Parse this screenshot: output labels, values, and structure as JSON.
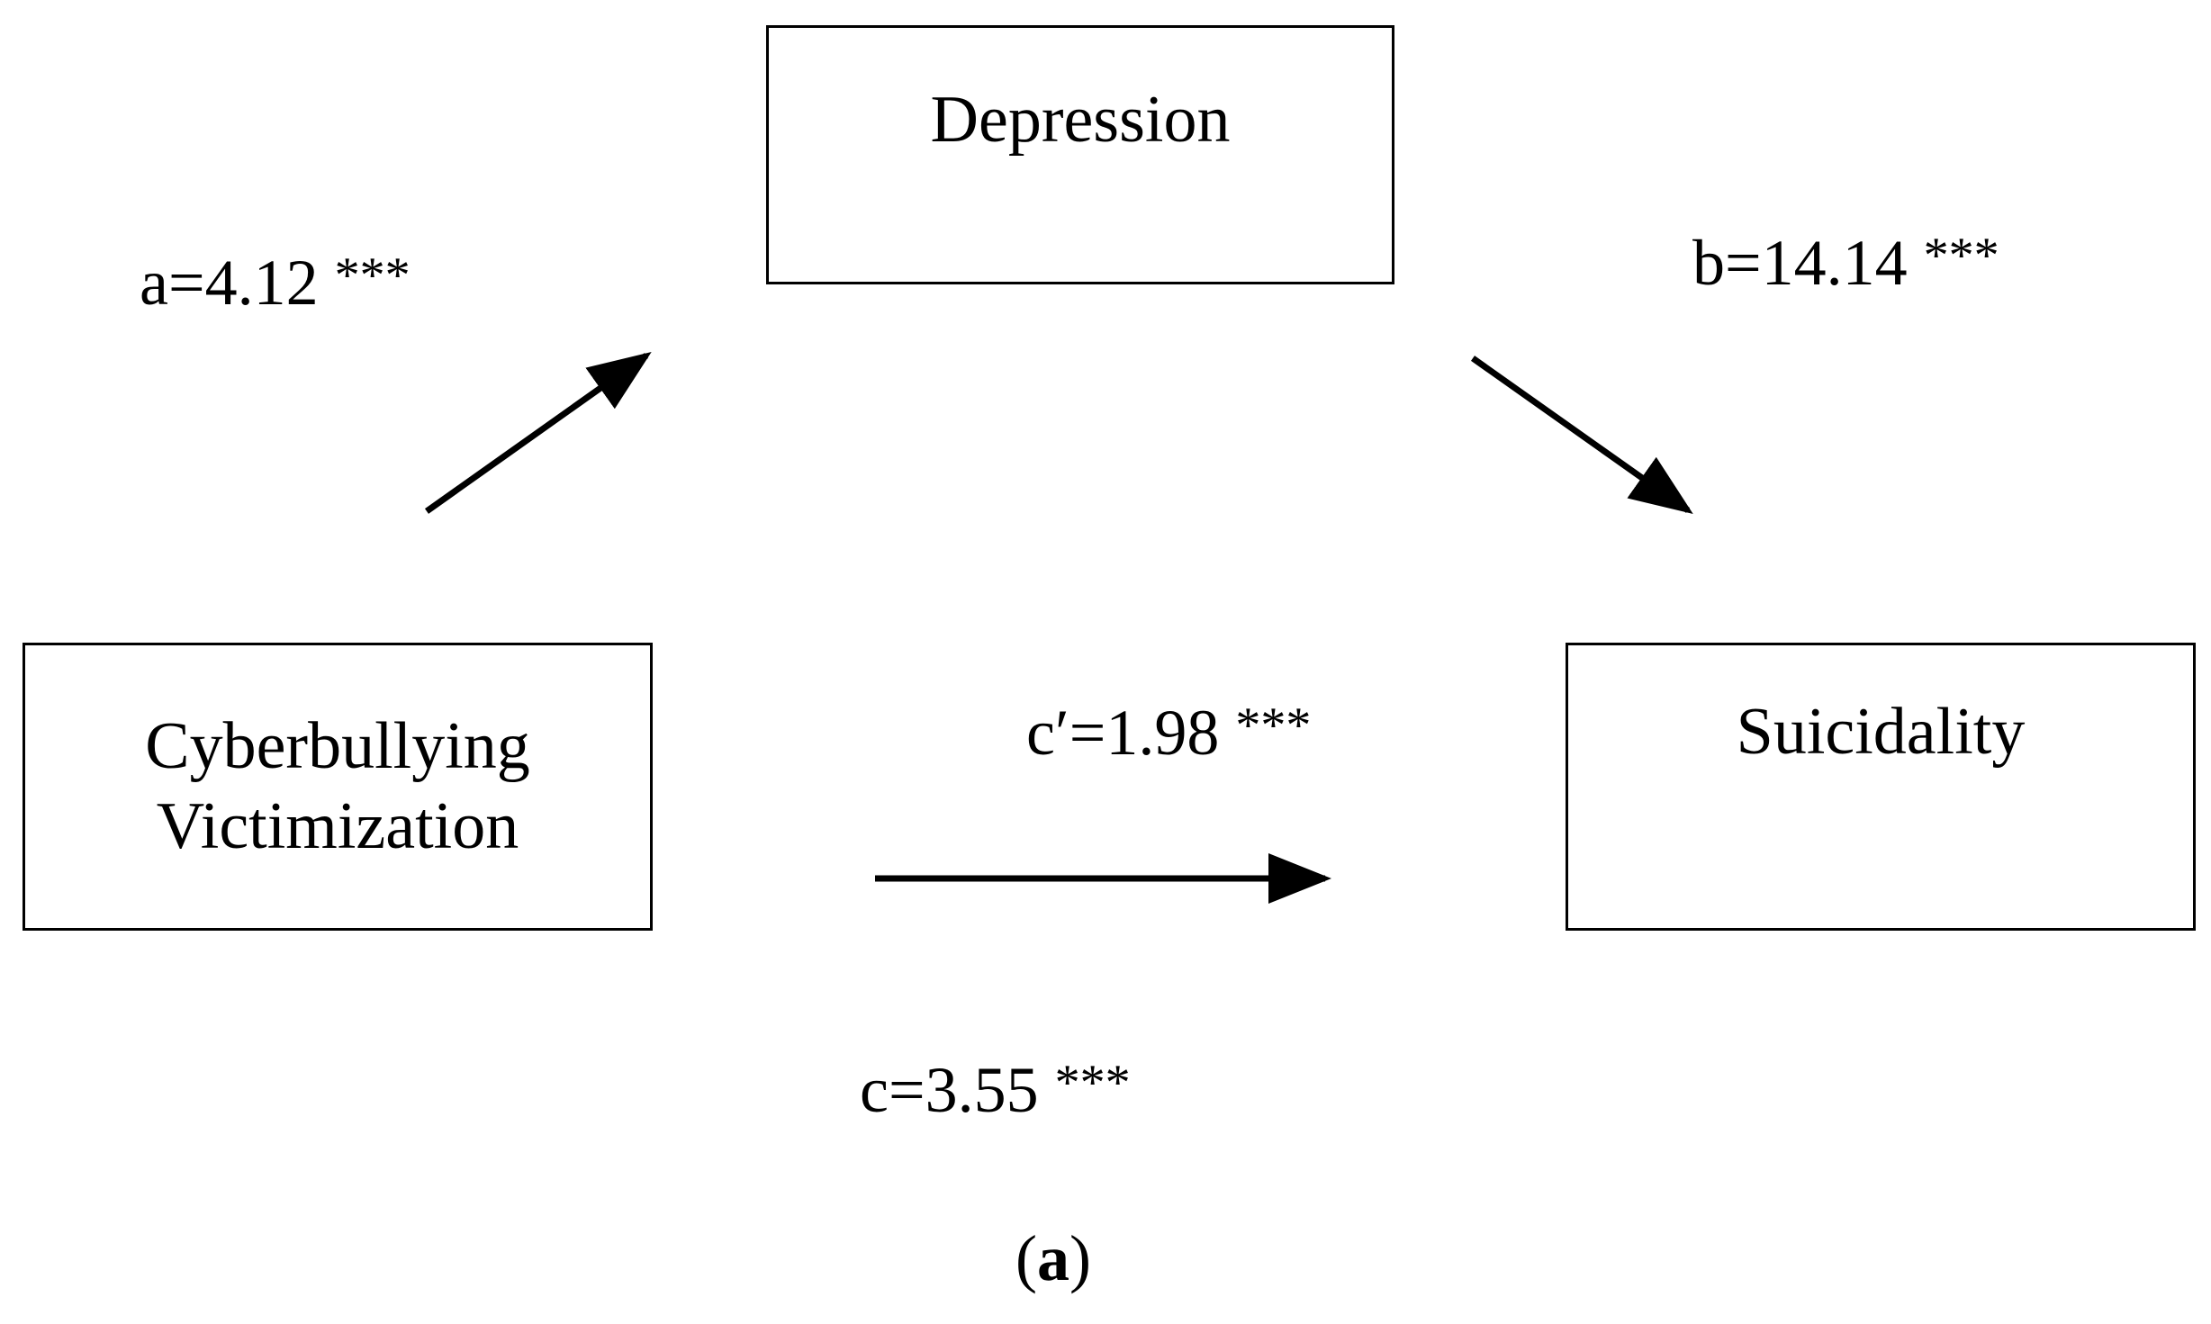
{
  "nodes": {
    "depression": {
      "label": "Depression"
    },
    "cyberbullying": {
      "line1": "Cyberbullying",
      "line2": "Victimization"
    },
    "suicidality": {
      "label": "Suicidality"
    }
  },
  "paths": {
    "a": {
      "label": "a=4.12",
      "sig": "***"
    },
    "b": {
      "label": "b=14.14",
      "sig": "***"
    },
    "c_prime": {
      "label": "c′=1.98",
      "sig": "***"
    },
    "c": {
      "label": "c=3.55",
      "sig": "***"
    }
  },
  "panel": {
    "open": "(",
    "letter": "a",
    "close": ")"
  },
  "colors": {
    "stroke": "#000000",
    "background": "#ffffff"
  }
}
